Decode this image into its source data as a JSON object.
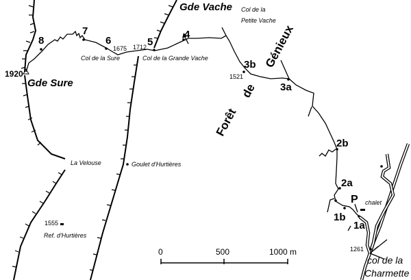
{
  "peaks": [
    {
      "name": "Gde Sure",
      "altitude": "1920"
    },
    {
      "name": "Gde Vache"
    }
  ],
  "waypoints": [
    "8",
    "7",
    "6",
    "5",
    "4",
    "3b",
    "3a",
    "2b",
    "2a",
    "1b",
    "1a"
  ],
  "altitudes": {
    "col_sure": "1675",
    "col_grande_vache": "1712",
    "p3b": "1521",
    "refuge": "1555",
    "charmette": "1261"
  },
  "places": {
    "col_sure": "Col de la Sure",
    "col_grande_vache": "Col de la Grande Vache",
    "col_petite_vache_1": "Col de la",
    "col_petite_vache_2": "Petite Vache",
    "la_velouse": "La Velouse",
    "goulet": "Goulet d'Hurtières",
    "refuge": "Ref. d'Hurtières",
    "chalet": "chalet",
    "parking": "P",
    "charmette_1": "col de la",
    "charmette_2": "Charmette"
  },
  "forest": {
    "w1": "Forêt",
    "w2": "de",
    "w3": "Génieux"
  },
  "scale": {
    "labels": [
      "0",
      "500",
      "1000 m"
    ]
  }
}
